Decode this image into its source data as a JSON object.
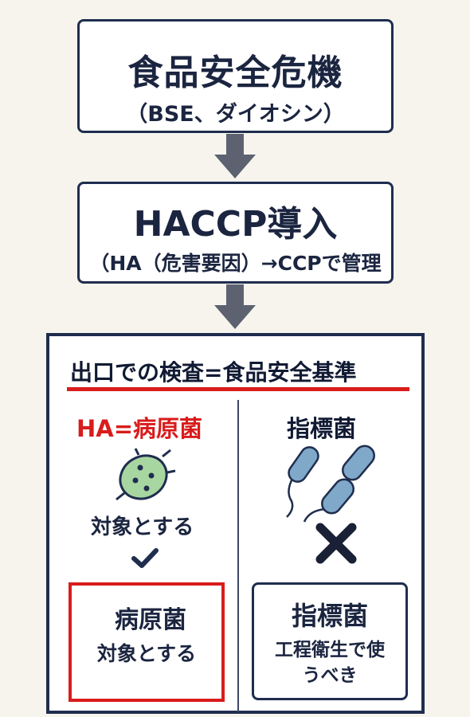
{
  "top_box": {
    "title": "食品安全危機",
    "subtitle": "（BSE、ダイオシン）"
  },
  "middle_box": {
    "title": "HACCP導入",
    "subtitle": "（HA（危害要因）→CCPで管理"
  },
  "bottom_box": {
    "title": "出口での検査=食品安全基準",
    "left": {
      "heading": "HA=病原菌",
      "target_text": "対象とする",
      "inner_title": "病原菌",
      "inner_text": "対象とする"
    },
    "right": {
      "heading": "指標菌",
      "inner_title": "指標菌",
      "inner_text_line1": "工程衛生で使",
      "inner_text_line2": "うべき"
    }
  },
  "colors": {
    "navy": "#1f2d4e",
    "red": "#d91c1c",
    "arrow_gray": "#5d6270",
    "pathogen_green": "#a8d6a1",
    "bacillus_blue": "#7fa8c9"
  },
  "icons": [
    "down-arrow-icon",
    "pathogen-icon",
    "bacillus-icon",
    "check-icon",
    "cross-icon"
  ]
}
